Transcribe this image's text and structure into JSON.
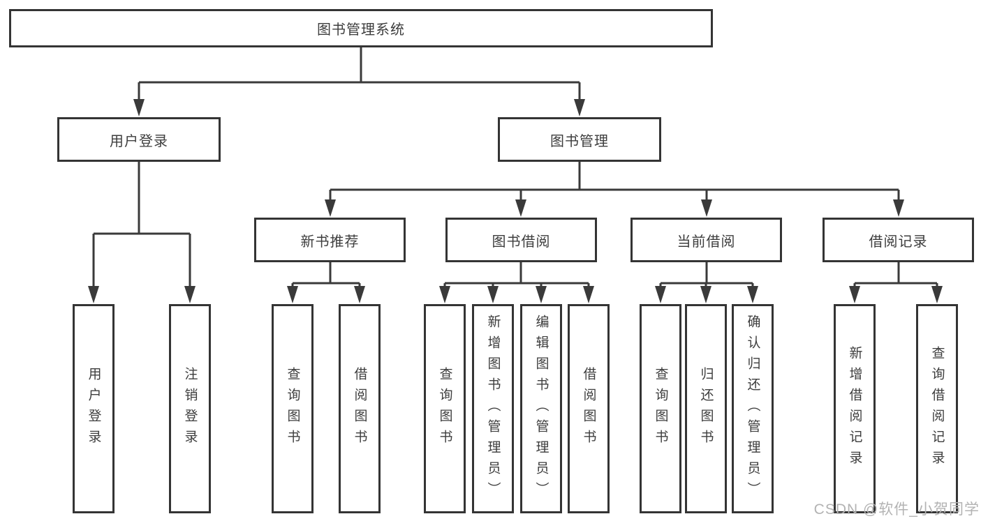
{
  "diagram": {
    "title": "图书管理系统",
    "level2": [
      {
        "label": "用户登录"
      },
      {
        "label": "图书管理"
      }
    ],
    "level3": [
      {
        "label": "新书推荐",
        "parent": "图书管理"
      },
      {
        "label": "图书借阅",
        "parent": "图书管理"
      },
      {
        "label": "当前借阅",
        "parent": "图书管理"
      },
      {
        "label": "借阅记录",
        "parent": "图书管理"
      }
    ],
    "leaves": [
      {
        "label": "用户登录",
        "parent": "用户登录"
      },
      {
        "label": "注销登录",
        "parent": "用户登录"
      },
      {
        "label": "查询图书",
        "parent": "新书推荐"
      },
      {
        "label": "借阅图书",
        "parent": "新书推荐"
      },
      {
        "label": "查询图书",
        "parent": "图书借阅"
      },
      {
        "label": "新增图书（管理员）",
        "parent": "图书借阅"
      },
      {
        "label": "编辑图书（管理员）",
        "parent": "图书借阅"
      },
      {
        "label": "借阅图书",
        "parent": "图书借阅"
      },
      {
        "label": "查询图书",
        "parent": "当前借阅"
      },
      {
        "label": "归还图书",
        "parent": "当前借阅"
      },
      {
        "label": "确认归还（管理员）",
        "parent": "当前借阅"
      },
      {
        "label": "新增借阅记录",
        "parent": "借阅记录"
      },
      {
        "label": "查询借阅记录",
        "parent": "借阅记录"
      }
    ]
  },
  "watermark": {
    "text": "CSDN @软件_小贺同学"
  },
  "colors": {
    "line": "#3a3a3a",
    "box_border": "#343434",
    "text": "#3d3d3d",
    "watermark": "#b3b3b3",
    "background": "#ffffff"
  }
}
